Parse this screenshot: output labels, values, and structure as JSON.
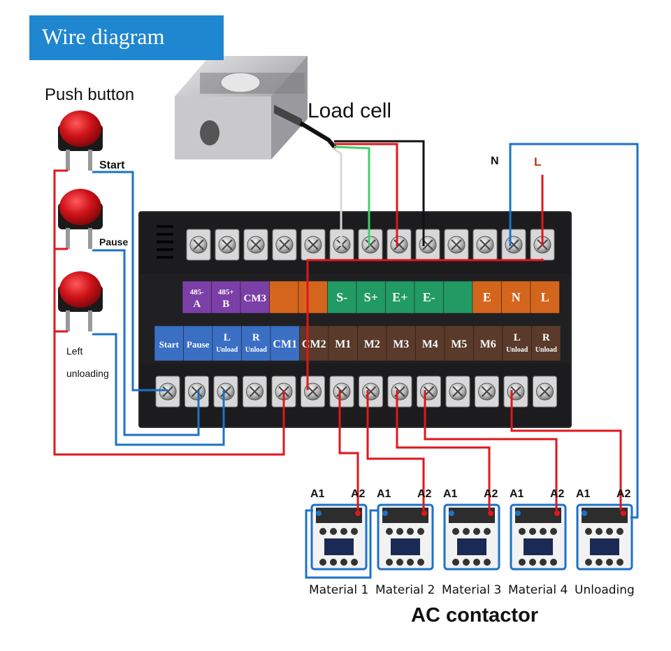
{
  "title": "Wire diagram",
  "push_button_label": "Push button",
  "load_cell_label": "Load cell",
  "buttons": [
    {
      "label": "Start"
    },
    {
      "label": "Pause"
    },
    {
      "label": "Left",
      "label2": "unloading"
    }
  ],
  "power_labels": {
    "n": "N",
    "l": "L"
  },
  "upper_terminals": [
    "485-|A",
    "485+|B",
    "CM3",
    "",
    "",
    "S-",
    "S+",
    "E+",
    "E-",
    "",
    "E",
    "N",
    "L"
  ],
  "lower_terminals": [
    "Start",
    "Pause",
    "L|Unload",
    "R|Unload",
    "CM1",
    "CM2",
    "M1",
    "M2",
    "M3",
    "M4",
    "M5",
    "M6",
    "L|Unload",
    "R|Unload"
  ],
  "contactors": [
    {
      "a1": "A1",
      "a2": "A2",
      "name": "Material 1"
    },
    {
      "a1": "A1",
      "a2": "A2",
      "name": "Material 2"
    },
    {
      "a1": "A1",
      "a2": "A2",
      "name": "Material 3"
    },
    {
      "a1": "A1",
      "a2": "A2",
      "name": "Material 4"
    },
    {
      "a1": "A1",
      "a2": "A2",
      "name": "Unloading"
    }
  ],
  "ac_contactor_label": "AC contactor",
  "colors": {
    "title_bg": "#1f86d0",
    "purple": "#7b3fa8",
    "orange": "#d4651c",
    "green": "#219a63",
    "blue_cell": "#3a6fc4",
    "brown": "#5a3a2a",
    "wire_red": "#e0161b",
    "wire_blue": "#1c72c8",
    "wire_green": "#3ed06a",
    "wire_black": "#111111",
    "button_red": "#c8141a"
  },
  "icons": [
    "push-button-icon",
    "load-cell-icon",
    "screw-terminal-icon",
    "contactor-icon"
  ]
}
